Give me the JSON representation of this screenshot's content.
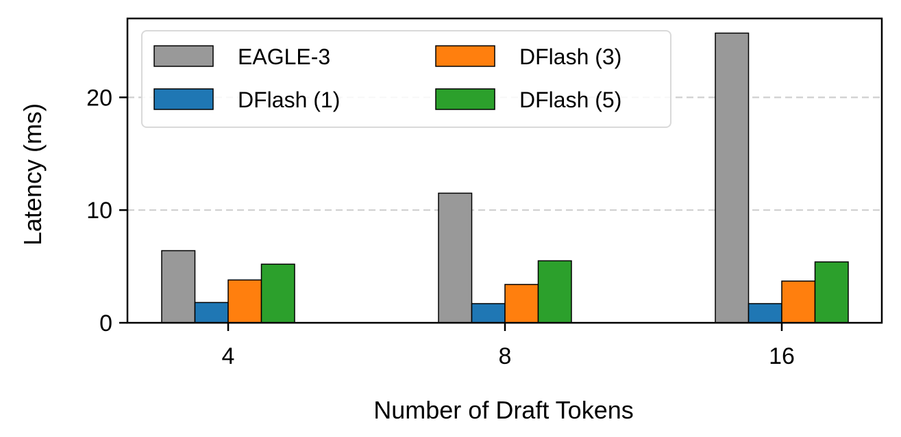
{
  "chart_data": {
    "type": "bar",
    "title": "",
    "xlabel": "Number of Draft Tokens",
    "ylabel": "Latency (ms)",
    "categories": [
      "4",
      "8",
      "16"
    ],
    "series": [
      {
        "name": "EAGLE-3",
        "color": "#999999",
        "values": [
          6.4,
          11.5,
          25.7
        ]
      },
      {
        "name": "DFlash (1)",
        "color": "#1f77b4",
        "values": [
          1.8,
          1.7,
          1.7
        ]
      },
      {
        "name": "DFlash (3)",
        "color": "#ff7f0e",
        "values": [
          3.8,
          3.4,
          3.7
        ]
      },
      {
        "name": "DFlash (5)",
        "color": "#2ca02c",
        "values": [
          5.2,
          5.5,
          5.4
        ]
      }
    ],
    "yticks": [
      0,
      10,
      20
    ],
    "ylim": [
      0,
      27
    ],
    "grid": "horizontal-dashed",
    "legend_position": "top-left",
    "legend_columns": 2
  }
}
